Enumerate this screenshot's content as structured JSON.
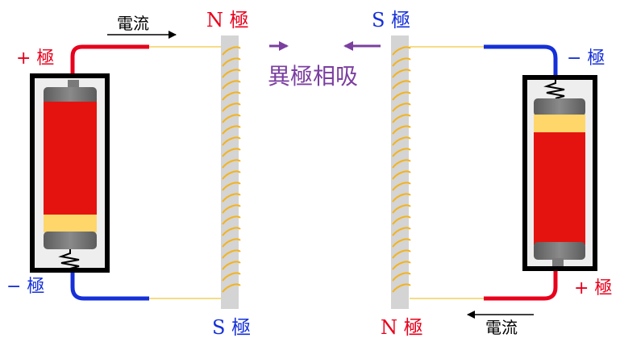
{
  "labels": {
    "left_plus": "+ 極",
    "left_minus": "− 極",
    "right_plus": "+ 極",
    "right_minus": "− 極",
    "current_top": "電流",
    "current_bottom": "電流",
    "left_core_top_pole": "N 極",
    "left_core_bottom_pole": "S 極",
    "right_core_top_pole": "S 極",
    "right_core_bottom_pole": "N 極",
    "attraction": "異極相吸"
  },
  "colors": {
    "positive": "#e8001c",
    "negative": "#1530d8",
    "attraction": "#7b3fa0",
    "coil": "#f2b320",
    "core": "#d4d4d4",
    "wire_thin": "#f6dc86",
    "battery_body": "#e5130f",
    "battery_band": "#ffd66a",
    "battery_cap": "#7a7a7a"
  }
}
